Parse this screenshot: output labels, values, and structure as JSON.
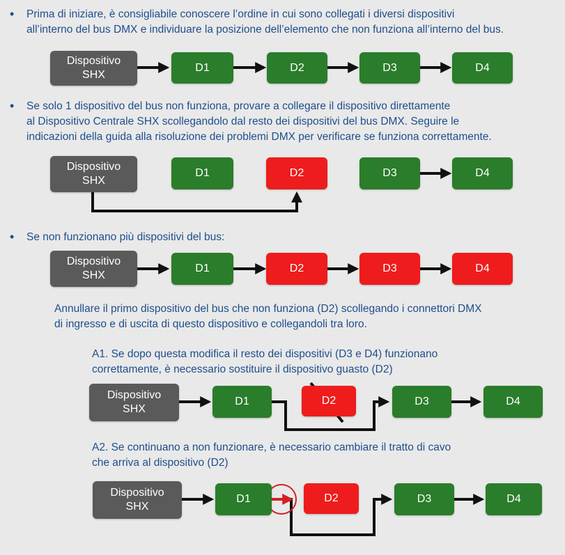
{
  "colors": {
    "text": "#1f4e8c",
    "gray": "#5a5a5a",
    "green": "#2a7d2a",
    "red": "#ee1c1c",
    "arrow": "#111111",
    "highlight": "#d42020"
  },
  "section1": {
    "bullet": "•",
    "text": "Prima di iniziare, è consigliabile conoscere l’ordine in cui sono collegati i diversi dispositivi\nall’interno del bus DMX e individuare la posizione dell’elemento che non funziona all’interno del bus.",
    "device": "Dispositivo\nSHX",
    "d1": "D1",
    "d2": "D2",
    "d3": "D3",
    "d4": "D4"
  },
  "section2": {
    "bullet": "•",
    "text": "Se solo 1 dispositivo del bus non funziona, provare a collegare il dispositivo direttamente\nal Dispositivo Centrale SHX scollegandolo dal resto dei dispositivi del bus DMX. Seguire le\nindicazioni della guida alla risoluzione dei problemi DMX  per verificare se funziona correttamente.",
    "device": "Dispositivo\nSHX",
    "d1": "D1",
    "d2": "D2",
    "d3": "D3",
    "d4": "D4"
  },
  "section3": {
    "bullet": "•",
    "text": "Se non funzionano più dispositivi del bus:",
    "device": "Dispositivo\nSHX",
    "d1": "D1",
    "d2": "D2",
    "d3": "D3",
    "d4": "D4",
    "note": "Annullare il primo dispositivo del bus che non funziona (D2) scollegando i connettori DMX\ndi ingresso e di uscita di questo dispositivo e collegandoli tra loro."
  },
  "a1": {
    "text": "A1. Se dopo questa modifica il resto dei dispositivi (D3 e D4) funzionano\ncorrettamente, è necessario sostituire il dispositivo guasto (D2)",
    "device": "Dispositivo\nSHX",
    "d1": "D1",
    "d2": "D2",
    "d3": "D3",
    "d4": "D4"
  },
  "a2": {
    "text": "A2. Se continuano a non funzionare, è necessario cambiare il tratto di cavo\nche arriva al dispositivo (D2)",
    "device": "Dispositivo\nSHX",
    "d1": "D1",
    "d2": "D2",
    "d3": "D3",
    "d4": "D4"
  }
}
